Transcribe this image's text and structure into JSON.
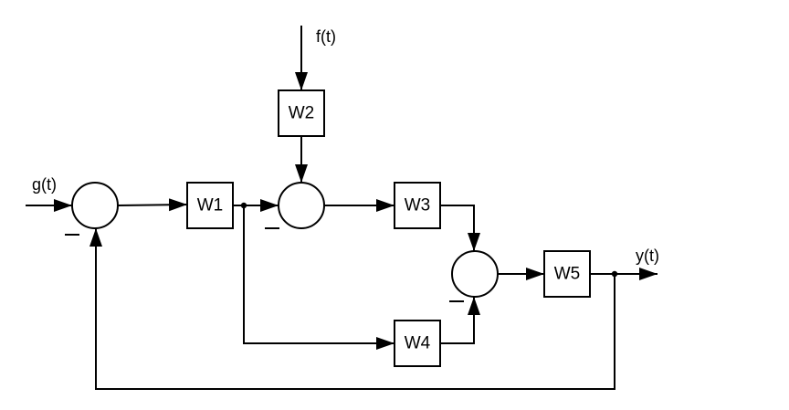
{
  "diagram": {
    "type": "control-system-block-diagram",
    "signals": {
      "input": "g(t)",
      "disturbance": "f(t)",
      "output": "y(t)"
    },
    "blocks": [
      {
        "id": "W1",
        "label": "W1"
      },
      {
        "id": "W2",
        "label": "W2"
      },
      {
        "id": "W3",
        "label": "W3"
      },
      {
        "id": "W4",
        "label": "W4"
      },
      {
        "id": "W5",
        "label": "W5"
      }
    ],
    "summing_junctions": [
      {
        "id": "S1",
        "inputs": [
          "g(t)",
          "y(t)"
        ],
        "negative_input": "y(t)",
        "sign_label": "−"
      },
      {
        "id": "S2",
        "inputs": [
          "W1",
          "W2"
        ],
        "negative_input": "W1",
        "sign_label": "−"
      },
      {
        "id": "S3",
        "inputs": [
          "W3",
          "W4"
        ],
        "negative_input": "W4",
        "sign_label": "−"
      }
    ],
    "connections": [
      {
        "from": "g(t)",
        "to": "S1"
      },
      {
        "from": "S1",
        "to": "W1"
      },
      {
        "from": "W1",
        "to": "S2"
      },
      {
        "from": "W1",
        "to": "W4"
      },
      {
        "from": "f(t)",
        "to": "W2"
      },
      {
        "from": "W2",
        "to": "S2"
      },
      {
        "from": "S2",
        "to": "W3"
      },
      {
        "from": "W3",
        "to": "S3"
      },
      {
        "from": "W4",
        "to": "S3"
      },
      {
        "from": "S3",
        "to": "W5"
      },
      {
        "from": "W5",
        "to": "y(t)"
      },
      {
        "from": "y(t)",
        "to": "S1",
        "kind": "feedback"
      }
    ]
  }
}
